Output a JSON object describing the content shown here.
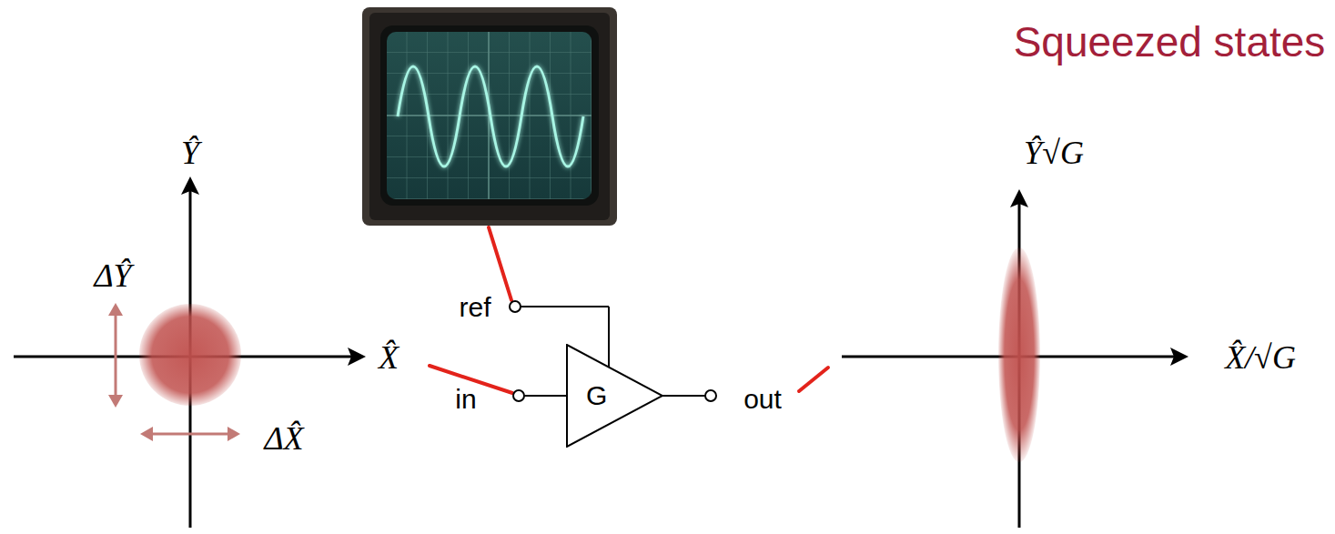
{
  "diagram": {
    "title": "Squeezed states",
    "nodes": [
      {
        "text": [
          "G"
        ]
      }
    ],
    "labels": [
      "Ŷ",
      "ΔŶ",
      "X̂",
      "ΔX̂",
      "ref",
      "in",
      "out",
      "Ŷ√G",
      "X̂/√G"
    ]
  }
}
